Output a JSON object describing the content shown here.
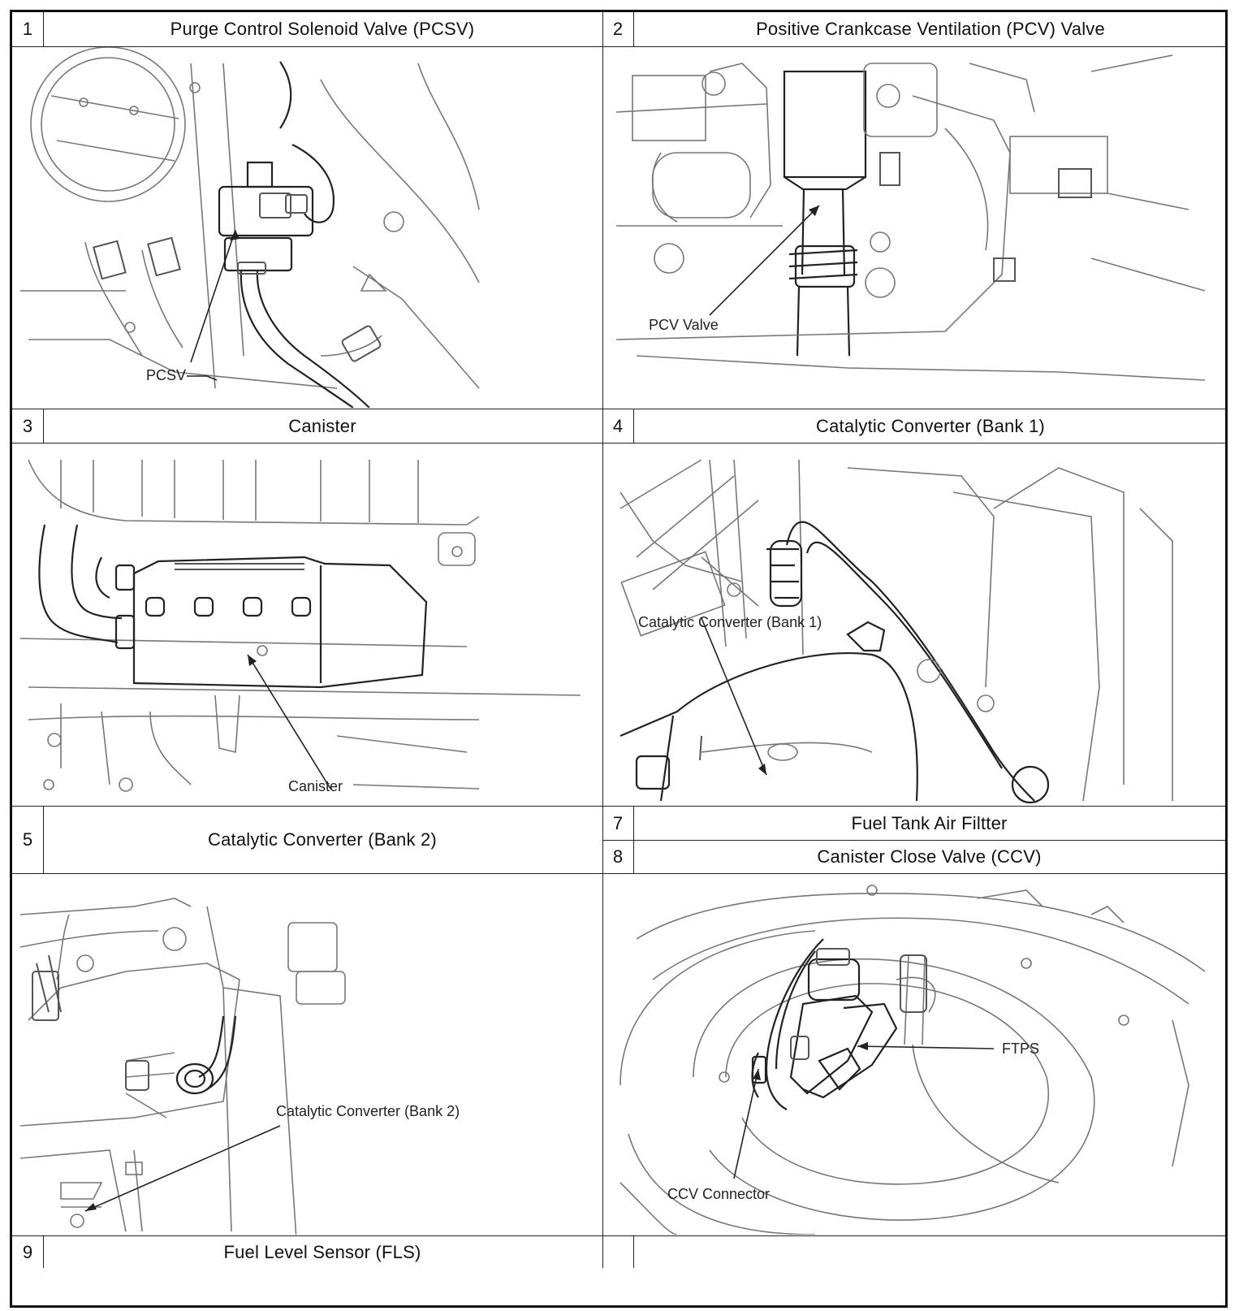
{
  "cells": [
    {
      "num": "1",
      "title": "Purge Control Solenoid Valve (PCSV)"
    },
    {
      "num": "2",
      "title": "Positive Crankcase Ventilation (PCV) Valve"
    },
    {
      "num": "3",
      "title": "Canister"
    },
    {
      "num": "4",
      "title": "Catalytic Converter (Bank 1)"
    },
    {
      "num": "5",
      "title": "Catalytic Converter (Bank 2)"
    },
    {
      "num": "7",
      "title": "Fuel Tank Air Filtter"
    },
    {
      "num": "8",
      "title": "Canister Close Valve (CCV)"
    },
    {
      "num": "9",
      "title": "Fuel Level Sensor (FLS)"
    }
  ],
  "callouts": {
    "pcsv": "PCSV",
    "pcv": "PCV Valve",
    "canister": "Canister",
    "cat_bank1": "Catalytic Converter (Bank 1)",
    "cat_bank2": "Catalytic Converter (Bank 2)",
    "ftps": "FTPS",
    "ccv_connector": "CCV Connector"
  }
}
